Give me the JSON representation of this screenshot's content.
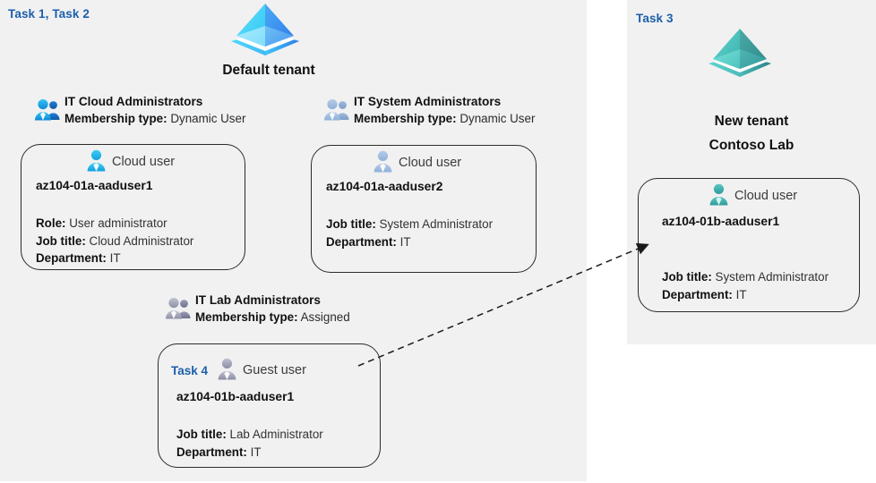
{
  "panels": {
    "left": {
      "task_label": "Task 1, Task 2",
      "tenant_caption": "Default tenant",
      "tenant_icon": "azure-tenant-icon-blue"
    },
    "right": {
      "task_label": "Task 3",
      "tenant_caption_line1": "New  tenant",
      "tenant_caption_line2": "Contoso Lab",
      "tenant_icon": "azure-tenant-icon-teal"
    }
  },
  "groups": {
    "cloud_admins": {
      "icon": "group-users-icon",
      "name": "IT Cloud Administrators",
      "membership_label": "Membership type:",
      "membership_value": "Dynamic User"
    },
    "system_admins": {
      "icon": "group-users-icon",
      "name": "IT System Administrators",
      "membership_label": "Membership type:",
      "membership_value": "Dynamic User"
    },
    "lab_admins": {
      "icon": "group-users-icon",
      "name": "IT Lab Administrators",
      "membership_label": "Membership type:",
      "membership_value": "Assigned"
    }
  },
  "cards": {
    "aaduser1": {
      "user_icon": "cloud-user-icon",
      "user_type": "Cloud user",
      "name": "az104-01a-aaduser1",
      "props": [
        {
          "label": "Role:",
          "value": "User administrator"
        },
        {
          "label": "Job title:",
          "value": "Cloud Administrator"
        },
        {
          "label": "Department:",
          "value": "IT"
        }
      ]
    },
    "aaduser2": {
      "user_icon": "cloud-user-icon",
      "user_type": "Cloud user",
      "name": "az104-01a-aaduser2",
      "props": [
        {
          "label": "Job title:",
          "value": "System Administrator"
        },
        {
          "label": "Department:",
          "value": "IT"
        }
      ]
    },
    "guest_aaduser1": {
      "task_label": "Task 4",
      "user_icon": "guest-user-icon",
      "user_type": "Guest user",
      "name": "az104-01b-aaduser1",
      "props": [
        {
          "label": "Job title:",
          "value": "Lab Administrator"
        },
        {
          "label": "Department:",
          "value": "IT"
        }
      ]
    },
    "contoso_aaduser1": {
      "user_icon": "cloud-user-icon",
      "user_type": "Cloud user",
      "name": "az104-01b-aaduser1",
      "props": [
        {
          "label": "Job title:",
          "value": "System Administrator"
        },
        {
          "label": "Department:",
          "value": "IT"
        }
      ]
    }
  },
  "connector": {
    "name": "dashed-invite-arrow",
    "from": "guest-user-card",
    "to": "contoso-user-card"
  },
  "colors": {
    "task_blue": "#1b5faa",
    "panel_bg": "#f1f1f1",
    "card_border": "#2b2b2b",
    "tenant_blue": "#37b6f0",
    "tenant_teal": "#45b5ad",
    "group_icon_blue": "#1aa3e8",
    "group_icon_gray": "#8e8fa8"
  }
}
